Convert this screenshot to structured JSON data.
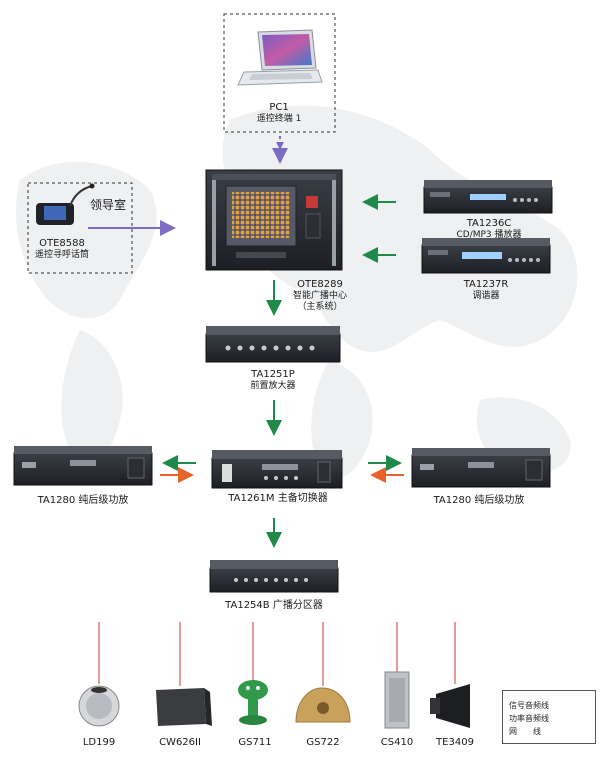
{
  "devices": {
    "pc1": {
      "model": "PC1",
      "desc": "遥控终端 1"
    },
    "ote8588": {
      "model": "OTE8588",
      "desc": "遥控寻呼话筒",
      "room": "领导室"
    },
    "ote8289": {
      "model": "OTE8289",
      "desc": "智能广播中心",
      "desc2": "（主系统）"
    },
    "ta1236c": {
      "model": "TA1236C",
      "desc": "CD/MP3 播放器"
    },
    "ta1237r": {
      "model": "TA1237R",
      "desc": "调谐器"
    },
    "ta1251p": {
      "model": "TA1251P",
      "desc": "前置放大器"
    },
    "ta1280_left": {
      "label": "TA1280 纯后级功放"
    },
    "ta1261m": {
      "label": "TA1261M 主备切换器"
    },
    "ta1280_right": {
      "label": "TA1280 纯后级功放"
    },
    "ta1254b": {
      "label": "TA1254B 广播分区器"
    }
  },
  "speakers": [
    {
      "name": "LD199"
    },
    {
      "name": "CW626II"
    },
    {
      "name": "GS711"
    },
    {
      "name": "GS722"
    },
    {
      "name": "CS410"
    },
    {
      "name": "TE3409"
    }
  ],
  "legend": {
    "signal": "信号音频线",
    "power": "功率音频线",
    "network": "网　　线"
  },
  "colors": {
    "signal": "#1e8a4a",
    "power": "#e8632a",
    "network": "#7d6bc4",
    "speaker_wire": "#c0392b",
    "device_body": "#2a2d33"
  }
}
